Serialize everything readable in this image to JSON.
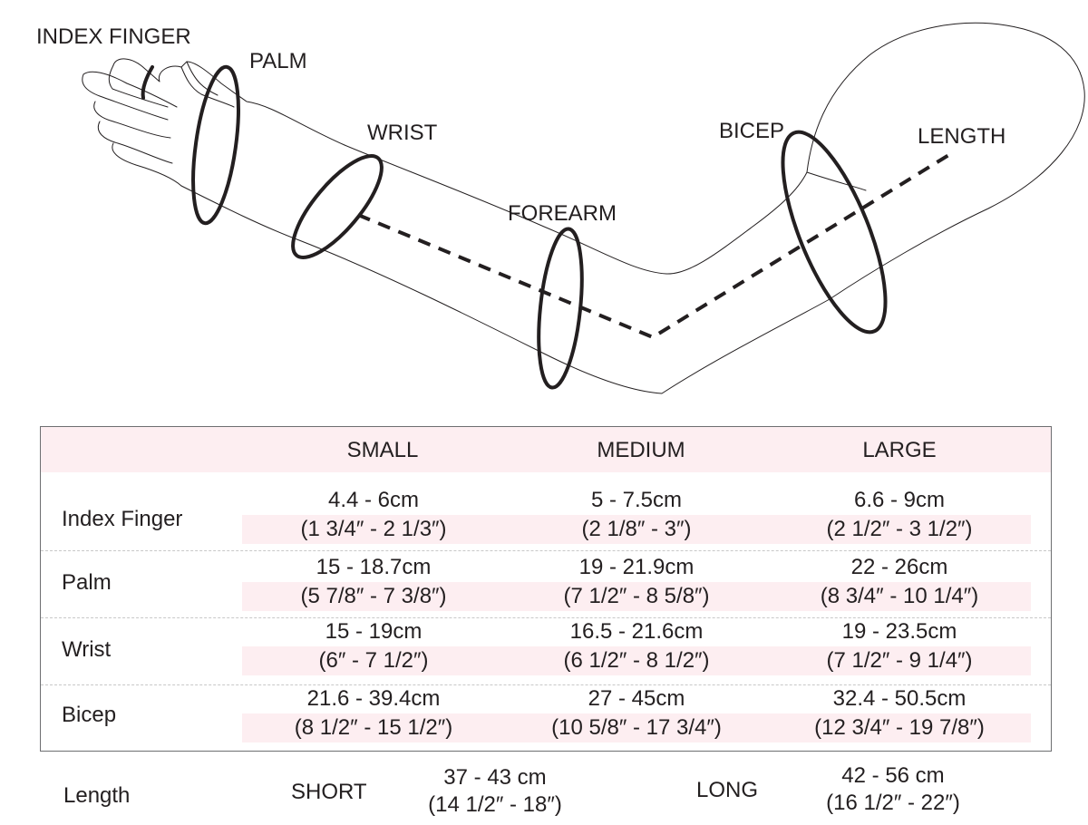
{
  "diagram": {
    "labels": {
      "index_finger": "INDEX FINGER",
      "palm": "PALM",
      "wrist": "WRIST",
      "forearm": "FOREARM",
      "bicep": "BICEP",
      "length": "LENGTH"
    }
  },
  "table": {
    "headers": [
      "",
      "SMALL",
      "MEDIUM",
      "LARGE"
    ],
    "rows": [
      {
        "measure": "Index Finger",
        "values": [
          {
            "cm": "4.4 - 6cm",
            "inch": "(1 3/4″ - 2 1/3″)"
          },
          {
            "cm": "5 - 7.5cm",
            "inch": "(2 1/8″ - 3″)"
          },
          {
            "cm": "6.6 - 9cm",
            "inch": "(2 1/2″ - 3 1/2″)"
          }
        ]
      },
      {
        "measure": "Palm",
        "values": [
          {
            "cm": "15 - 18.7cm",
            "inch": "(5 7/8″ - 7 3/8″)"
          },
          {
            "cm": "19 - 21.9cm",
            "inch": "(7 1/2″ - 8 5/8″)"
          },
          {
            "cm": "22 - 26cm",
            "inch": "(8 3/4″ - 10 1/4″)"
          }
        ]
      },
      {
        "measure": "Wrist",
        "values": [
          {
            "cm": "15 - 19cm",
            "inch": "(6″ - 7 1/2″)"
          },
          {
            "cm": "16.5 - 21.6cm",
            "inch": "(6 1/2″ - 8 1/2″)"
          },
          {
            "cm": "19 - 23.5cm",
            "inch": "(7 1/2″ - 9 1/4″)"
          }
        ]
      },
      {
        "measure": "Bicep",
        "values": [
          {
            "cm": "21.6 - 39.4cm",
            "inch": "(8 1/2″ - 15 1/2″)"
          },
          {
            "cm": "27 - 45cm",
            "inch": "(10 5/8″ - 17 3/4″)"
          },
          {
            "cm": "32.4 - 50.5cm",
            "inch": "(12 3/4″ - 19 7/8″)"
          }
        ]
      }
    ]
  },
  "length": {
    "label": "Length",
    "short": {
      "label": "SHORT",
      "cm": "37 - 43 cm",
      "inch": "(14 1/2″ - 18″)"
    },
    "long": {
      "label": "LONG",
      "cm": "42 - 56 cm",
      "inch": "(16 1/2″ - 22″)"
    }
  },
  "colors": {
    "row_highlight": "#fdeef1",
    "line": "#231f20",
    "border": "#6d6e71"
  }
}
